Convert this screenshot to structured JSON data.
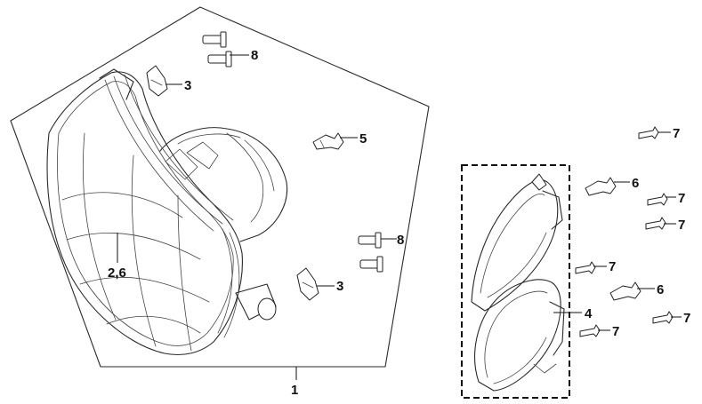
{
  "callouts": [
    {
      "id": "c8a",
      "text": "8"
    },
    {
      "id": "c3a",
      "text": "3"
    },
    {
      "id": "c5",
      "text": "5"
    },
    {
      "id": "c8b",
      "text": "8"
    },
    {
      "id": "c3b",
      "text": "3"
    },
    {
      "id": "c26",
      "text": "2,6"
    },
    {
      "id": "c1",
      "text": "1"
    },
    {
      "id": "c7a",
      "text": "7"
    },
    {
      "id": "c6a",
      "text": "6"
    },
    {
      "id": "c7b",
      "text": "7"
    },
    {
      "id": "c7c",
      "text": "7"
    },
    {
      "id": "c7d",
      "text": "7"
    },
    {
      "id": "c6b",
      "text": "6"
    },
    {
      "id": "c4",
      "text": "4"
    },
    {
      "id": "c7e",
      "text": "7"
    },
    {
      "id": "c7f",
      "text": "7"
    }
  ]
}
